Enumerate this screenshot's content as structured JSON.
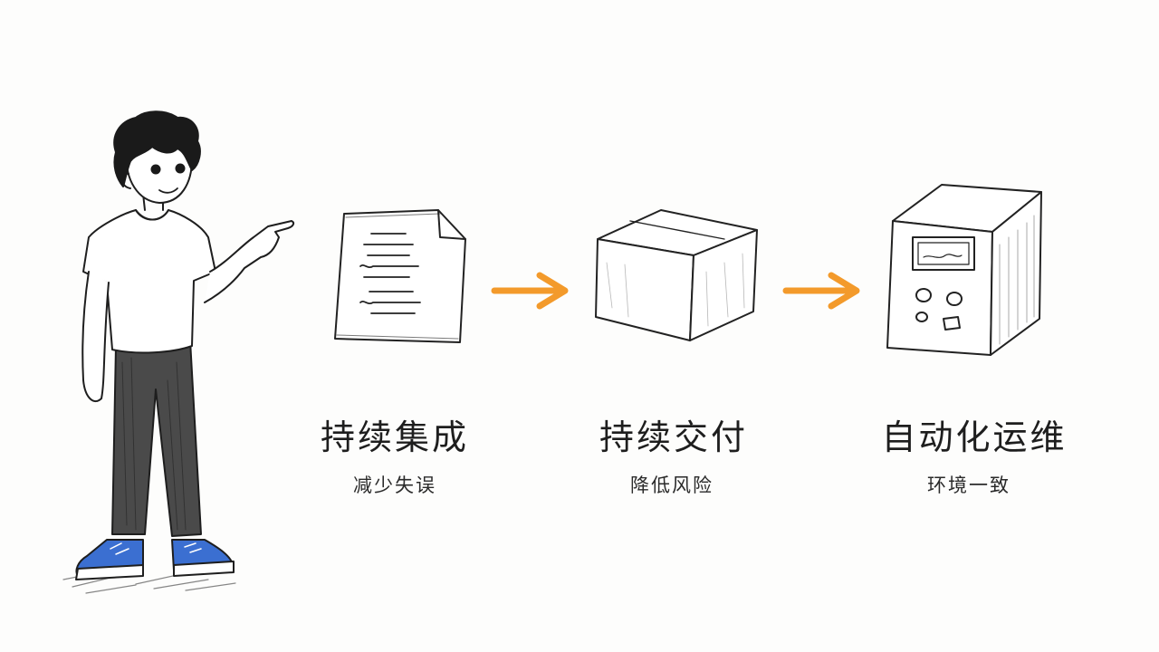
{
  "stages": [
    {
      "title": "持续集成",
      "subtitle": "减少失误",
      "icon": "document-icon"
    },
    {
      "title": "持续交付",
      "subtitle": "降低风险",
      "icon": "box-icon"
    },
    {
      "title": "自动化运维",
      "subtitle": "环境一致",
      "icon": "machine-icon"
    }
  ],
  "colors": {
    "arrow": "#f39a2b",
    "shoes": "#3b6fd1",
    "pants": "#4a4a4a",
    "ink": "#1e1e1e"
  }
}
